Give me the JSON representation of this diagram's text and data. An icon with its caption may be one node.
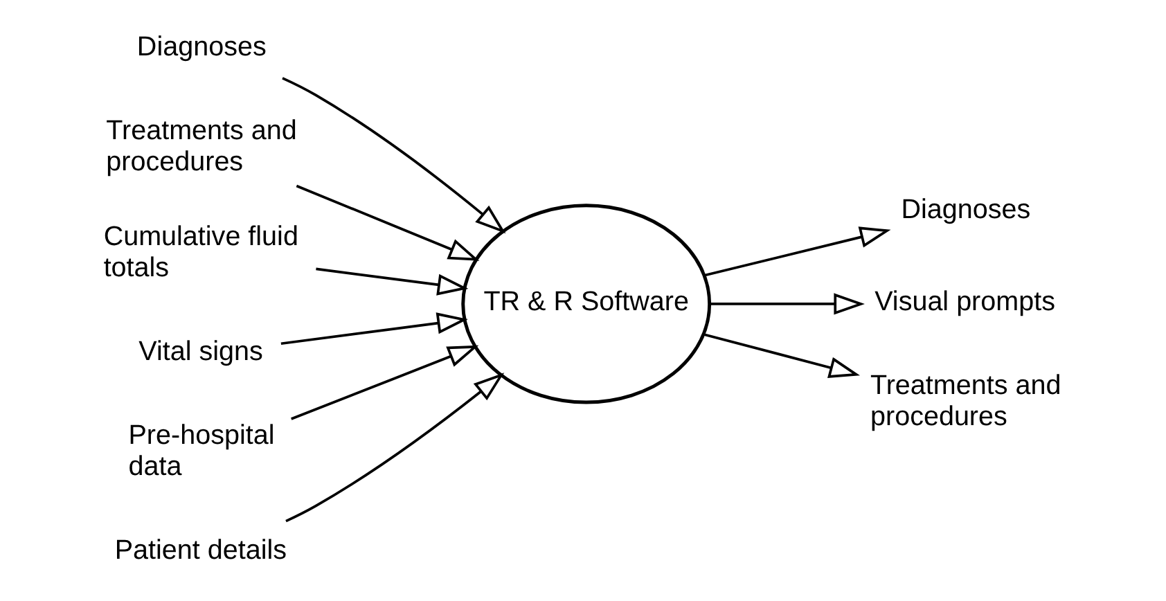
{
  "diagram": {
    "nodes": [
      {
        "text": [
          "Diagnoses"
        ]
      },
      {
        "text": [
          "Treatments and procedures"
        ]
      },
      {
        "text": [
          "Cumulative fluid totals"
        ]
      },
      {
        "text": [
          "Vital signs"
        ]
      },
      {
        "text": [
          "Pre-hospital data"
        ]
      },
      {
        "text": [
          "Patient details"
        ]
      },
      {
        "text": [
          "TR & R Software"
        ]
      },
      {
        "text": [
          "Diagnoses"
        ]
      },
      {
        "text": [
          "Visual prompts"
        ]
      },
      {
        "text": [
          "Treatments and procedures"
        ]
      }
    ],
    "edges": [
      {
        "from": 0,
        "to": 6,
        "arrow": "to"
      },
      {
        "from": 1,
        "to": 6,
        "arrow": "to"
      },
      {
        "from": 2,
        "to": 6,
        "arrow": "to"
      },
      {
        "from": 3,
        "to": 6,
        "arrow": "to"
      },
      {
        "from": 4,
        "to": 6,
        "arrow": "to"
      },
      {
        "from": 5,
        "to": 6,
        "arrow": "to"
      },
      {
        "from": 6,
        "to": 7,
        "arrow": "to"
      },
      {
        "from": 6,
        "to": 8,
        "arrow": "to"
      },
      {
        "from": 6,
        "to": 9,
        "arrow": "to"
      }
    ]
  }
}
